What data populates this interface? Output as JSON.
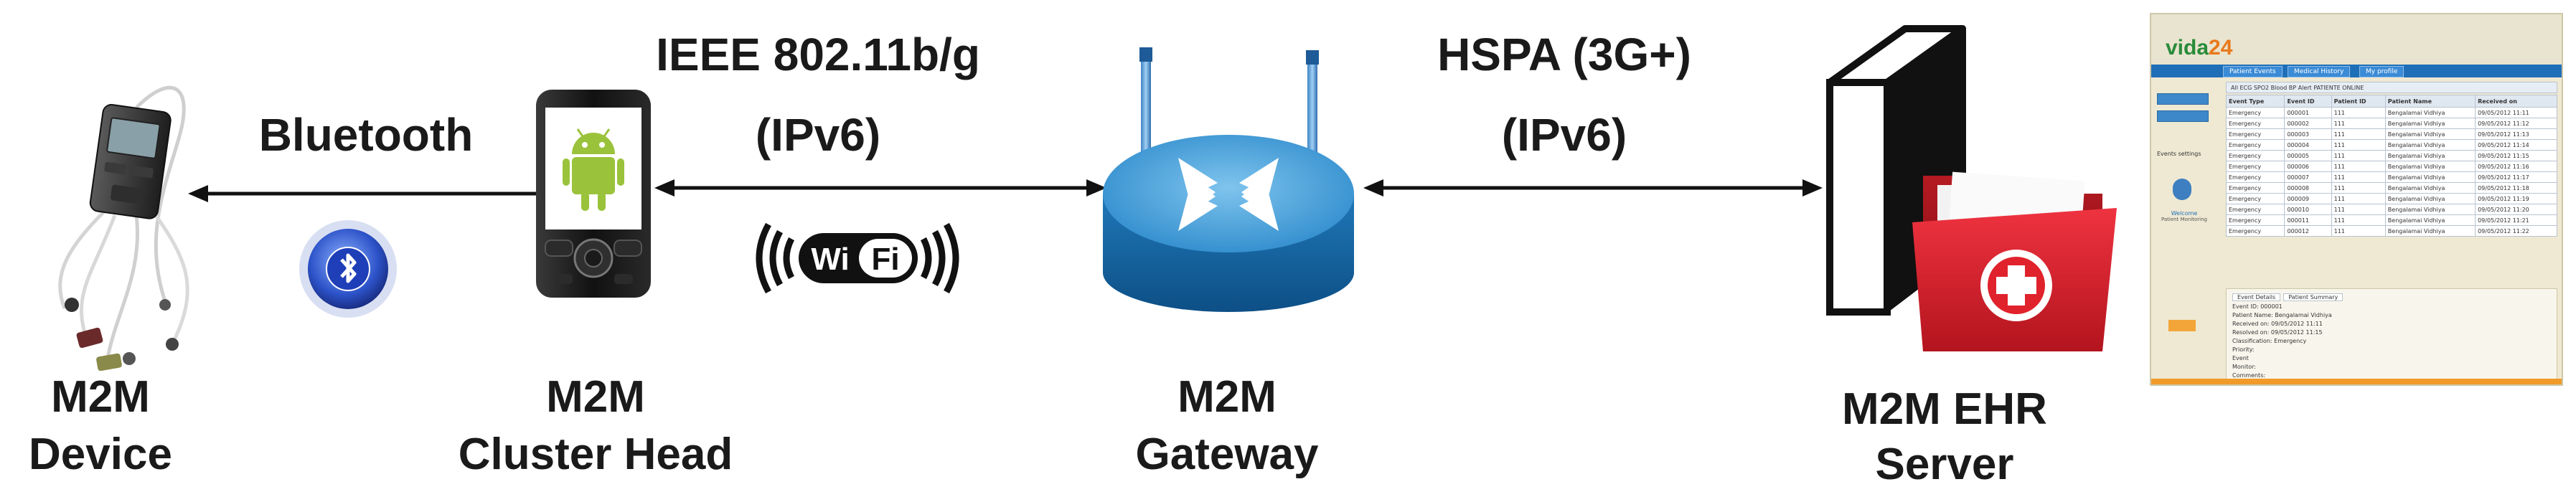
{
  "nodes": [
    {
      "id": "device",
      "line1": "M2M",
      "line2": "Device"
    },
    {
      "id": "cluster_head",
      "line1": "M2M",
      "line2": "Cluster Head"
    },
    {
      "id": "gateway",
      "line1": "M2M",
      "line2": "Gateway"
    },
    {
      "id": "ehr_server",
      "line1": "M2M EHR",
      "line2": "Server"
    }
  ],
  "links": [
    {
      "id": "bluetooth",
      "line1": "Bluetooth",
      "line2": ""
    },
    {
      "id": "wifi",
      "line1": "IEEE 802.11b/g",
      "line2": "(IPv6)"
    },
    {
      "id": "hspa",
      "line1": "HSPA (3G+)",
      "line2": "(IPv6)"
    }
  ],
  "wifi_logo": {
    "w": "Wi",
    "f": "Fi"
  },
  "ehr_ui": {
    "logo_main": "vida",
    "logo_num": "24",
    "tabs": [
      "Patient Events",
      "Medical History",
      "My profile"
    ],
    "filter": "All   ECG   SPO2   Blood   BP   Alert   PATIENTE ONLINE",
    "columns": [
      "Event Type",
      "Event ID",
      "Patient ID",
      "Patient Name",
      "Received on"
    ],
    "rows": [
      [
        "Emergency",
        "000001",
        "111",
        "Bengalamai Vidhiya",
        "09/05/2012 11:11"
      ],
      [
        "Emergency",
        "000002",
        "111",
        "Bengalamai Vidhiya",
        "09/05/2012 11:12"
      ],
      [
        "Emergency",
        "000003",
        "111",
        "Bengalamai Vidhiya",
        "09/05/2012 11:13"
      ],
      [
        "Emergency",
        "000004",
        "111",
        "Bengalamai Vidhiya",
        "09/05/2012 11:14"
      ],
      [
        "Emergency",
        "000005",
        "111",
        "Bengalamai Vidhiya",
        "09/05/2012 11:15"
      ],
      [
        "Emergency",
        "000006",
        "111",
        "Bengalamai Vidhiya",
        "09/05/2012 11:16"
      ],
      [
        "Emergency",
        "000007",
        "111",
        "Bengalamai Vidhiya",
        "09/05/2012 11:17"
      ],
      [
        "Emergency",
        "000008",
        "111",
        "Bengalamai Vidhiya",
        "09/05/2012 11:18"
      ],
      [
        "Emergency",
        "000009",
        "111",
        "Bengalamai Vidhiya",
        "09/05/2012 11:19"
      ],
      [
        "Emergency",
        "000010",
        "111",
        "Bengalamai Vidhiya",
        "09/05/2012 11:20"
      ],
      [
        "Emergency",
        "000011",
        "111",
        "Bengalamai Vidhiya",
        "09/05/2012 11:21"
      ],
      [
        "Emergency",
        "000012",
        "111",
        "Bengalamai Vidhiya",
        "09/05/2012 11:22"
      ]
    ],
    "detail_tabs": [
      "Event Details",
      "Patient Summary"
    ],
    "detail_lines": [
      "Event ID: 000001",
      "Patient Name: Bengalamai Vidhiya",
      "Received on: 09/05/2012 11:11",
      "Resolved on: 09/05/2012 11:15",
      "Classification: Emergency",
      "Priority:",
      "Event",
      "Monitor:",
      "Comments:"
    ],
    "side_label": "Events settings",
    "side_status": "Welcome",
    "side_sub": "Patient Monitoring"
  }
}
